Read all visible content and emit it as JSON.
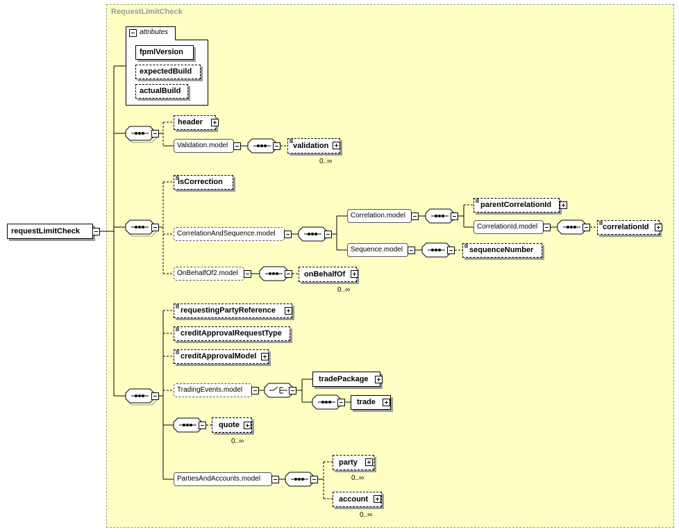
{
  "diagram": {
    "container_title": "RequestLimitCheck",
    "root": "requestLimitCheck",
    "attributes_label": "attributes",
    "attributes": [
      "fpmlVersion",
      "expectedBuild",
      "actualBuild"
    ],
    "elements": {
      "header": "header",
      "validation_model": "Validation.model",
      "validation": "validation",
      "validation_card": "0..∞",
      "is_correction": "isCorrection",
      "correlation_and_sequence_model": "CorrelationAndSequence.model",
      "correlation_model": "Correlation.model",
      "parent_correlation_id": "parentCorrelationId",
      "correlation_id_model": "CorrelationId.model",
      "correlation_id": "correlationId",
      "sequence_model": "Sequence.model",
      "sequence_number": "sequenceNumber",
      "on_behalf_of2_model": "OnBehalfOf2.model",
      "on_behalf_of": "onBehalfOf",
      "on_behalf_of_card": "0..∞",
      "requesting_party_reference": "requestingPartyReference",
      "credit_approval_request_type": "creditApprovalRequestType",
      "credit_approval_model": "creditApprovalModel",
      "trading_events_model": "TradingEvents.model",
      "trade_package": "tradePackage",
      "trade": "trade",
      "quote": "quote",
      "quote_card": "0..∞",
      "parties_and_accounts_model": "PartiesAndAccounts.model",
      "party": "party",
      "party_card": "0..∞",
      "account": "account",
      "account_card": "0..∞"
    }
  },
  "colors": {
    "container_fill": "#ffffc4",
    "container_border": "#999999",
    "line": "#000000",
    "shadow": "#9a9a9a"
  }
}
